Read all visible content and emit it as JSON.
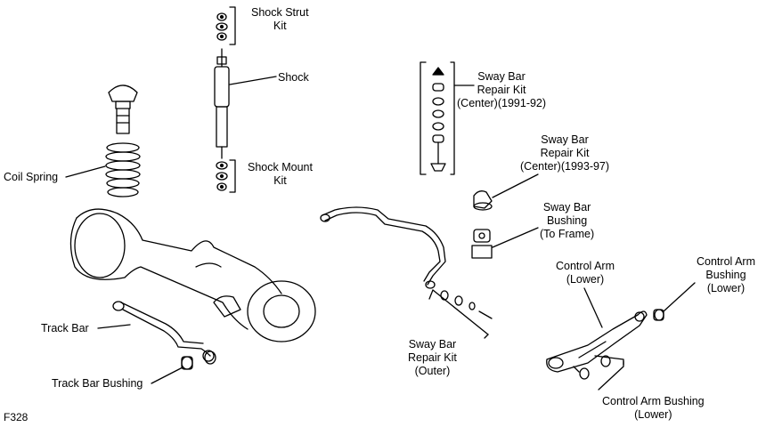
{
  "figure_id": "F328",
  "labels": {
    "shock_strut_kit": [
      "Shock Strut",
      "Kit"
    ],
    "shock": [
      "Shock"
    ],
    "coil_spring": [
      "Coil Spring"
    ],
    "shock_mount_kit": [
      "Shock Mount",
      "Kit"
    ],
    "sway_bar_repair_kit_center_91_92": [
      "Sway Bar",
      "Repair Kit",
      "(Center)(1991-92)"
    ],
    "sway_bar_repair_kit_center_93_97": [
      "Sway Bar",
      "Repair Kit",
      "(Center)(1993-97)"
    ],
    "sway_bar_bushing_frame": [
      "Sway Bar",
      "Bushing",
      "(To Frame)"
    ],
    "control_arm_lower": [
      "Control Arm",
      "(Lower)"
    ],
    "control_arm_bushing_lower_right": [
      "Control Arm",
      "Bushing",
      "(Lower)"
    ],
    "track_bar": [
      "Track Bar"
    ],
    "track_bar_bushing": [
      "Track Bar Bushing"
    ],
    "sway_bar_repair_kit_outer": [
      "Sway Bar",
      "Repair Kit",
      "(Outer)"
    ],
    "control_arm_bushing_lower_bottom": [
      "Control Arm Bushing",
      "(Lower)"
    ]
  }
}
